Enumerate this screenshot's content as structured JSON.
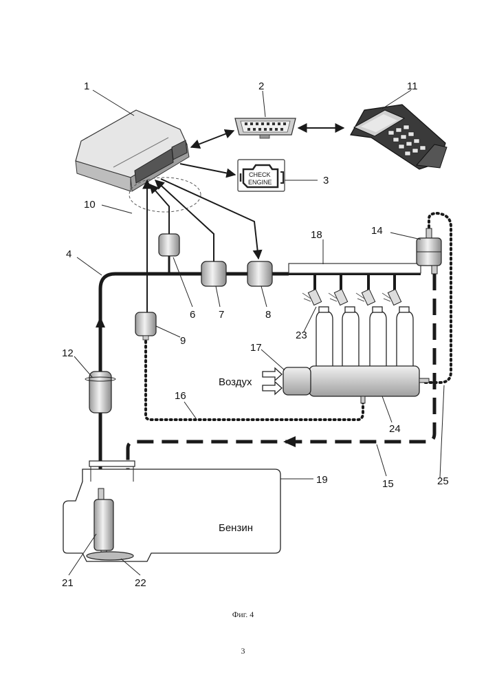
{
  "labels": {
    "l1": "1",
    "l2": "2",
    "l3": "3",
    "l4": "4",
    "l6": "6",
    "l7": "7",
    "l8": "8",
    "l9": "9",
    "l10": "10",
    "l11": "11",
    "l12": "12",
    "l14": "14",
    "l15": "15",
    "l16": "16",
    "l17": "17",
    "l18": "18",
    "l19": "19",
    "l21": "21",
    "l22": "22",
    "l23": "23",
    "l24": "24",
    "l25": "25"
  },
  "text": {
    "check": "CHECK",
    "engine": "ENGINE",
    "air": "Воздух",
    "fuel": "Бензин"
  },
  "caption": "Фиг. 4",
  "page_number": "3",
  "colors": {
    "line": "#1a1a1a",
    "component": "#d0d0d0",
    "component_dark": "#8a8a8a"
  },
  "icons": [
    "ecu-unit-icon",
    "obd-connector-icon",
    "check-engine-lamp-icon",
    "diagnostic-scanner-icon"
  ]
}
